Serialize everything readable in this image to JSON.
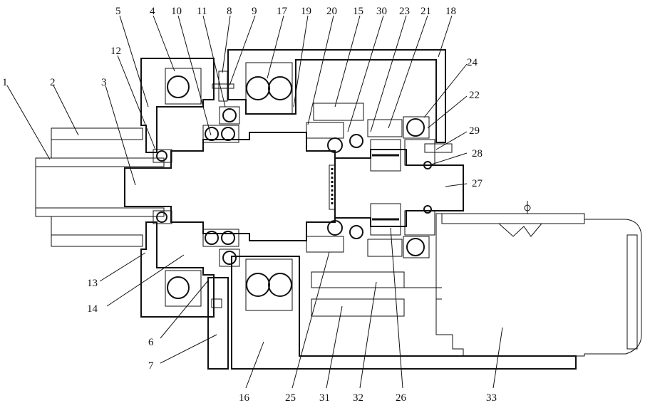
{
  "labels": {
    "n1": "1",
    "n2": "2",
    "n3": "3",
    "n4": "4",
    "n5": "5",
    "n6": "6",
    "n7": "7",
    "n8": "8",
    "n9": "9",
    "n10": "10",
    "n11": "11",
    "n12": "12",
    "n13": "13",
    "n14": "14",
    "n15": "15",
    "n16": "16",
    "n17": "17",
    "n18": "18",
    "n19": "19",
    "n20": "20",
    "n21": "21",
    "n22": "22",
    "n23": "23",
    "n24": "24",
    "n25": "25",
    "n26": "26",
    "n27": "27",
    "n28": "28",
    "n29": "29",
    "n30": "30",
    "n31": "31",
    "n32": "32",
    "n33": "33"
  }
}
